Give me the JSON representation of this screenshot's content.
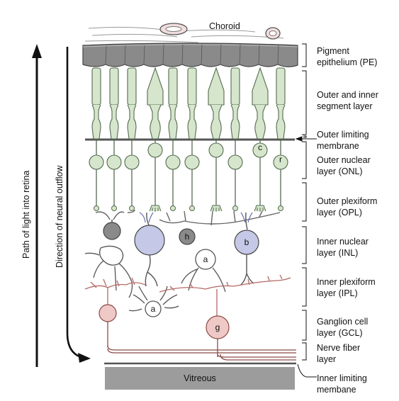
{
  "title": "",
  "top_label": "Choroid",
  "bottom_label": "Vitreous",
  "left_arrow_label": "Path of light into retina",
  "inner_arrow_label": "Direction of neural outflow",
  "layers": [
    {
      "line1": "Pigment",
      "line2": "epithelium (PE)"
    },
    {
      "line1": "Outer and inner",
      "line2": "segment layer"
    },
    {
      "line1": "Outer limiting",
      "line2": "membrane"
    },
    {
      "line1": "Outer nuclear",
      "line2": "layer (ONL)"
    },
    {
      "line1": "Outer plexiform",
      "line2": "layer (OPL)"
    },
    {
      "line1": "Inner nuclear",
      "line2": "layer (INL)"
    },
    {
      "line1": "Inner plexiform",
      "line2": "layer (IPL)"
    },
    {
      "line1": "Ganglion cell",
      "line2": "layer (GCL)"
    },
    {
      "line1": "Nerve fiber",
      "line2": "layer"
    },
    {
      "line1": "Inner limiting",
      "line2": "membane"
    }
  ],
  "cell_labels": {
    "cone": "c",
    "rod": "r",
    "horizontal": "h",
    "bipolar": "b",
    "amacrine_upper": "a",
    "amacrine_lower": "a",
    "ganglion": "g"
  },
  "colors": {
    "photoreceptor": "#d5e6cc",
    "bipolar": "#c5c8e6",
    "ganglion": "#efc9c6",
    "horizontal": "#8a8a8a",
    "pigment": "#8a8a8a",
    "vitreous": "#9c9c9c",
    "outline": "#444444"
  }
}
